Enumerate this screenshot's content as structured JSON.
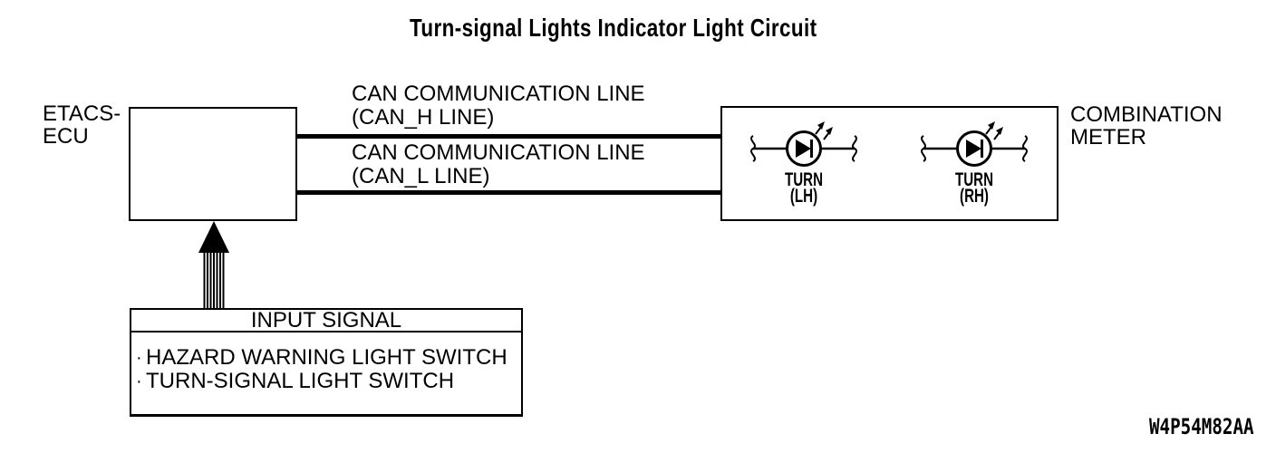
{
  "title": "Turn-signal Lights Indicator Light Circuit",
  "colors": {
    "ink": "#000000",
    "background": "#ffffff"
  },
  "etacs_ecu": {
    "label_line1": "ETACS-",
    "label_line2": "ECU"
  },
  "can_lines": [
    {
      "name": "CAN COMMUNICATION LINE",
      "sub": "(CAN_H LINE)"
    },
    {
      "name": "CAN COMMUNICATION LINE",
      "sub": "(CAN_L LINE)"
    }
  ],
  "combination_meter": {
    "label_line1": "COMBINATION",
    "label_line2": "METER",
    "indicators": [
      {
        "label": "TURN",
        "sub": "(LH)"
      },
      {
        "label": "TURN",
        "sub": "(RH)"
      }
    ]
  },
  "input_signal": {
    "header": "INPUT SIGNAL",
    "bullet": "·",
    "items": [
      "HAZARD WARNING LIGHT SWITCH",
      "TURN-SIGNAL LIGHT SWITCH"
    ]
  },
  "figure_code": "W4P54M82AA",
  "icons": {
    "led": "led-diode-icon",
    "wire_break": "wire-break-icon",
    "light_emission": "light-emission-arrows-icon",
    "signal_arrow": "signal-arrow-icon"
  }
}
